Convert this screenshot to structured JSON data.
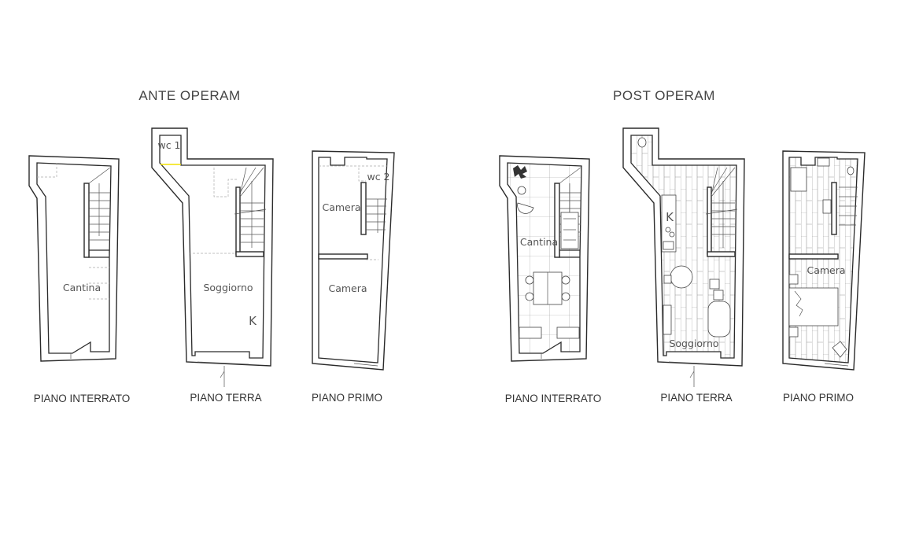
{
  "ante": {
    "title": "ANTE OPERAM",
    "interrato": {
      "label": "PIANO INTERRATO",
      "rooms": [
        "Cantina"
      ]
    },
    "terra": {
      "label": "PIANO TERRA",
      "rooms": [
        "wc 1",
        "Soggiorno",
        "K"
      ]
    },
    "primo": {
      "label": "PIANO PRIMO",
      "rooms": [
        "Camera",
        "wc 2",
        "Camera"
      ]
    }
  },
  "post": {
    "title": "POST OPERAM",
    "interrato": {
      "label": "PIANO INTERRATO",
      "rooms": [
        "Cantina"
      ]
    },
    "terra": {
      "label": "PIANO TERRA",
      "rooms": [
        "K",
        "Soggiorno"
      ]
    },
    "primo": {
      "label": "PIANO PRIMO",
      "rooms": [
        "Camera"
      ]
    }
  },
  "colors": {
    "wall_line": "#2a2a2a",
    "text": "#444444",
    "threshold_highlight": "#f2e200"
  }
}
